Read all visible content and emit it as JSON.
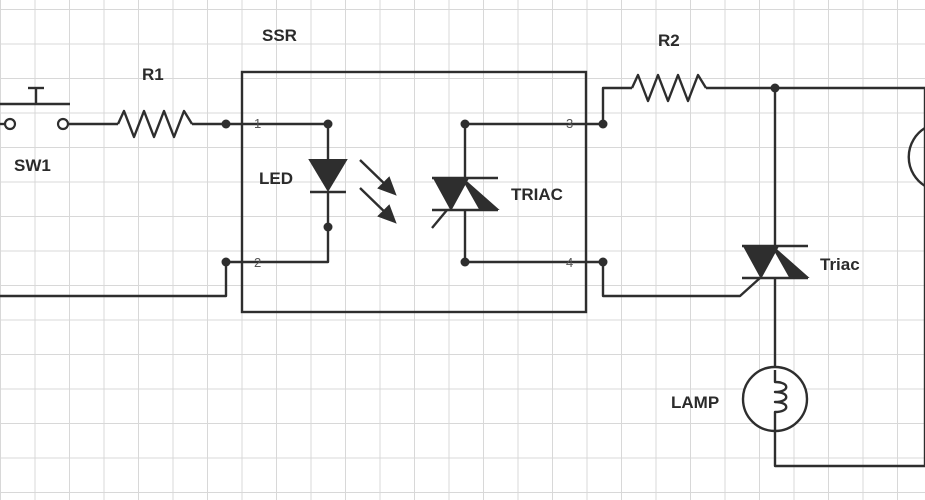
{
  "labels": {
    "ssr": "SSR",
    "r1": "R1",
    "r2": "R2",
    "sw1": "SW1",
    "led": "LED",
    "triac_internal": "TRIAC",
    "triac": "Triac",
    "lamp": "LAMP"
  },
  "pins": {
    "p1": "1",
    "p2": "2",
    "p3": "3",
    "p4": "4"
  }
}
